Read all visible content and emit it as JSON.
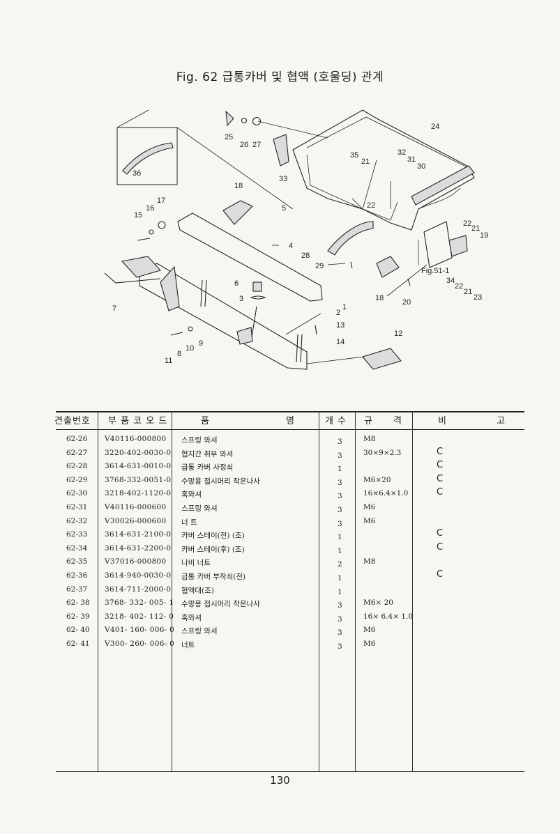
{
  "title": "Fig. 62  급통카버 및 협액 (호울딩) 관계",
  "diagram_labels": {
    "inset": [
      "36"
    ],
    "numbers": [
      "25",
      "26",
      "27",
      "33",
      "24",
      "35",
      "21",
      "32",
      "31",
      "30",
      "22",
      "18",
      "5",
      "4",
      "28",
      "29",
      "17",
      "16",
      "15",
      "22",
      "21",
      "19",
      "34",
      "22",
      "21",
      "23",
      "6",
      "3",
      "7",
      "2",
      "1",
      "13",
      "14",
      "18",
      "20",
      "12",
      "10",
      "9",
      "8",
      "11"
    ],
    "ref_note": "Fig.51-1"
  },
  "table": {
    "headers": {
      "no": "견출번호",
      "code": "부 품 코 오 드",
      "name_a": "품",
      "name_b": "명",
      "qty": "개 수",
      "spec_a": "규",
      "spec_b": "격",
      "note_a": "비",
      "note_b": "고"
    },
    "rows": [
      {
        "no": "62-26",
        "code": "V40116-000800",
        "name": "스프링 와셔",
        "qty": "3",
        "spec": "M8",
        "note": ""
      },
      {
        "no": "62-27",
        "code": "3220-402-0030-0",
        "name": "협지간 취부 와셔",
        "qty": "3",
        "spec": "30×9×2.3",
        "note": "C"
      },
      {
        "no": "62-28",
        "code": "3614-631-0010-0",
        "name": "급통 카버 사정쇠",
        "qty": "1",
        "spec": "",
        "note": "C"
      },
      {
        "no": "62-29",
        "code": "3768-332-0051-0",
        "name": "수망용 접시머리 작은나사",
        "qty": "3",
        "spec": "M6×20",
        "note": "C"
      },
      {
        "no": "62-30",
        "code": "3218-402-1120-0",
        "name": "혹와셔",
        "qty": "3",
        "spec": "16×6.4×1.0",
        "note": "C"
      },
      {
        "no": "62-31",
        "code": "V40116-000600",
        "name": "스프링 와셔",
        "qty": "3",
        "spec": "M6",
        "note": ""
      },
      {
        "no": "62-32",
        "code": "V30026-000600",
        "name": "너 트",
        "qty": "3",
        "spec": "M6",
        "note": ""
      },
      {
        "no": "62-33",
        "code": "3614-631-2100-0",
        "name": "카버 스테이(전) (조)",
        "qty": "1",
        "spec": "",
        "note": "C"
      },
      {
        "no": "62-34",
        "code": "3614-631-2200-0",
        "name": "카버 스테이(후) (조)",
        "qty": "1",
        "spec": "",
        "note": "C"
      },
      {
        "no": "62-35",
        "code": "V37016-000800",
        "name": "나비 너트",
        "qty": "2",
        "spec": "M8",
        "note": ""
      },
      {
        "no": "62-36",
        "code": "3614-940-0030-0",
        "name": "급통 카버 부착쇠(전)",
        "qty": "1",
        "spec": "",
        "note": "C"
      },
      {
        "no": "62-37",
        "code": "3614-711-2000-0",
        "name": "협액대(조)",
        "qty": "1",
        "spec": "",
        "note": ""
      },
      {
        "no": "62- 38",
        "code": "3768- 332- 005- 1",
        "name": "수망용 접시머리 작은나사",
        "qty": "3",
        "spec": "M6× 20",
        "note": ""
      },
      {
        "no": "62- 39",
        "code": "3218- 402- 112- 0",
        "name": "혹와셔",
        "qty": "3",
        "spec": "16× 6.4× 1.0",
        "note": ""
      },
      {
        "no": "62- 40",
        "code": "V401- 160- 006- 0",
        "name": "스프링 와셔",
        "qty": "3",
        "spec": "M6",
        "note": ""
      },
      {
        "no": "62- 41",
        "code": "V300- 260- 006- 0",
        "name": "너트",
        "qty": "3",
        "spec": "M6",
        "note": ""
      }
    ]
  },
  "page_number": "130"
}
